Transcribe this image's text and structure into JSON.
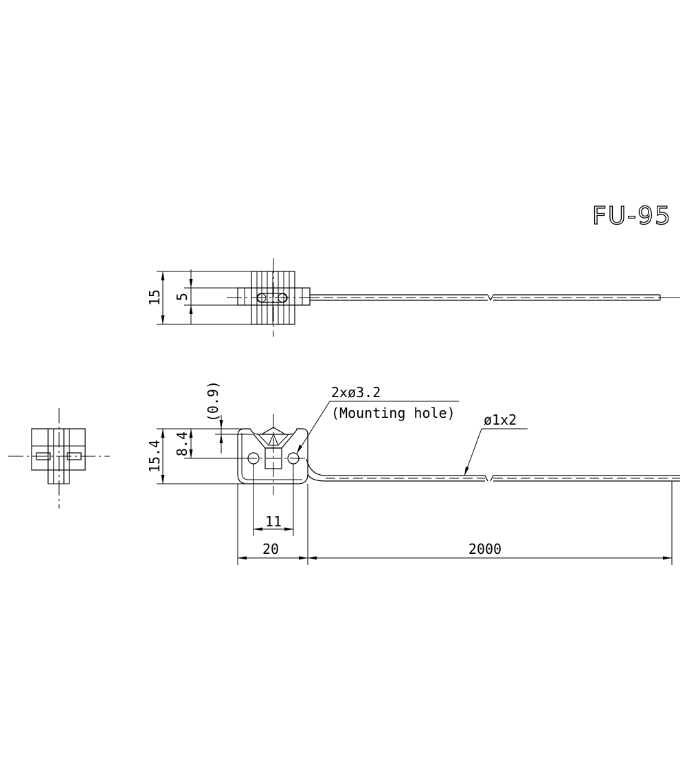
{
  "title": "FU-95",
  "top_view": {
    "dim_height": "15",
    "dim_slot": "5"
  },
  "front_view": {
    "dim_offset": "(0.9)",
    "dim_hole_height": "8.4",
    "dim_height": "15.4",
    "dim_hole_pitch": "11",
    "dim_width": "20",
    "dim_length": "2000",
    "note_holes_line1": "2xø3.2",
    "note_holes_line2": "(Mounting hole)",
    "note_fiber": "ø1x2"
  }
}
